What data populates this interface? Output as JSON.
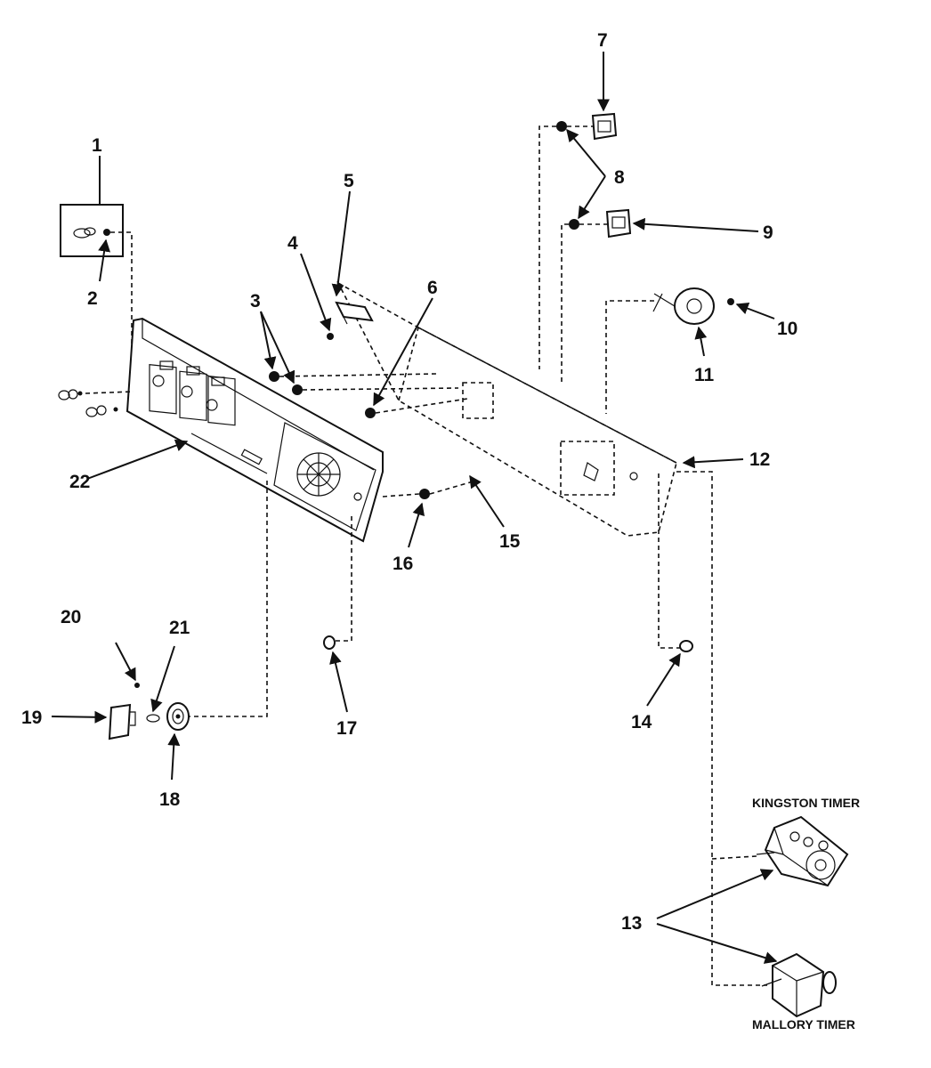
{
  "callouts": [
    "1",
    "2",
    "3",
    "4",
    "5",
    "6",
    "7",
    "8",
    "9",
    "10",
    "11",
    "12",
    "13",
    "14",
    "15",
    "16",
    "17",
    "18",
    "19",
    "20",
    "21",
    "22"
  ],
  "labels": {
    "kingston": "KINGSTON TIMER",
    "mallory": "MALLORY TIMER"
  }
}
